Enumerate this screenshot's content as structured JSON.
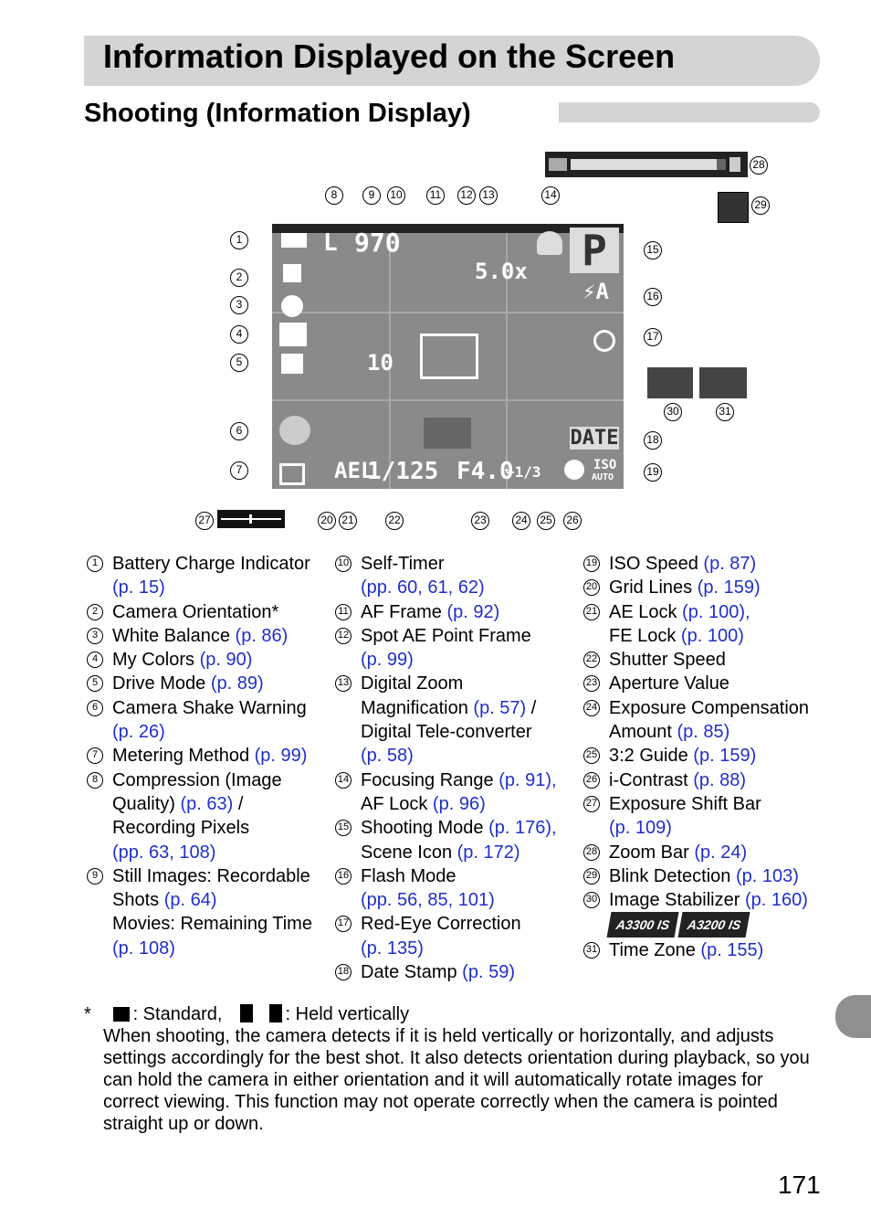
{
  "header": {
    "title": "Information Displayed on the Screen",
    "subtitle": "Shooting (Information Display)"
  },
  "screen": {
    "battery_icon": "battery-icon",
    "compression_glyph": "L",
    "shots": "970",
    "zoom": "5.0x",
    "mode": "P",
    "flash": "⚡A",
    "date": "DATE",
    "iso": "ISO",
    "iso_auto": "AUTO",
    "ael": "AEL",
    "shutter": "1/125",
    "aperture": "F4.0",
    "exposure": "+1/3",
    "timer": "10"
  },
  "callouts": [
    "1",
    "2",
    "3",
    "4",
    "5",
    "6",
    "7",
    "8",
    "9",
    "10",
    "11",
    "12",
    "13",
    "14",
    "15",
    "16",
    "17",
    "18",
    "19",
    "20",
    "21",
    "22",
    "23",
    "24",
    "25",
    "26",
    "27",
    "28",
    "29",
    "30",
    "31"
  ],
  "items": {
    "col1": [
      {
        "n": "1",
        "text": "Battery Charge Indicator",
        "refs": "(p. 15)"
      },
      {
        "n": "2",
        "text": "Camera Orientation*",
        "refs": ""
      },
      {
        "n": "3",
        "text": "White Balance",
        "refs": "(p. 86)"
      },
      {
        "n": "4",
        "text": "My Colors",
        "refs": "(p. 90)"
      },
      {
        "n": "5",
        "text": "Drive Mode",
        "refs": "(p. 89)"
      },
      {
        "n": "6",
        "text": "Camera Shake Warning",
        "refs": "(p. 26)"
      },
      {
        "n": "7",
        "text": "Metering Method",
        "refs": "(p. 99)"
      },
      {
        "n": "8",
        "text": "Compression (Image Quality)",
        "refs": "(p. 63)",
        "extra": "/ Recording Pixels",
        "refs2": "(pp. 63, 108)"
      },
      {
        "n": "9",
        "text": "Still Images: Recordable Shots",
        "refs": "(p. 64)",
        "extra": "Movies: Remaining Time",
        "refs2": "(p. 108)"
      }
    ],
    "col2": [
      {
        "n": "10",
        "text": "Self-Timer",
        "refs": "(pp. 60, 61, 62)"
      },
      {
        "n": "11",
        "text": "AF Frame",
        "refs": "(p. 92)"
      },
      {
        "n": "12",
        "text": "Spot AE Point Frame",
        "refs": "(p. 99)"
      },
      {
        "n": "13",
        "text": "Digital Zoom Magnification",
        "refs": "(p. 57)",
        "extra": "/ Digital Tele-converter",
        "refs2": "(p. 58)"
      },
      {
        "n": "14",
        "text": "Focusing Range",
        "refs": "(p. 91),",
        "extra": "AF Lock",
        "refs2": "(p. 96)"
      },
      {
        "n": "15",
        "text": "Shooting Mode",
        "refs": "(p. 176),",
        "extra": "Scene Icon",
        "refs2": "(p. 172)"
      },
      {
        "n": "16",
        "text": "Flash Mode",
        "refs": "(pp. 56, 85, 101)"
      },
      {
        "n": "17",
        "text": "Red-Eye Correction",
        "refs": "(p. 135)"
      },
      {
        "n": "18",
        "text": "Date Stamp",
        "refs": "(p. 59)"
      }
    ],
    "col3": [
      {
        "n": "19",
        "text": "ISO Speed",
        "refs": "(p. 87)"
      },
      {
        "n": "20",
        "text": "Grid Lines",
        "refs": "(p. 159)"
      },
      {
        "n": "21",
        "text": "AE Lock",
        "refs": "(p. 100),",
        "extra": "FE Lock",
        "refs2": "(p. 100)"
      },
      {
        "n": "22",
        "text": "Shutter Speed",
        "refs": ""
      },
      {
        "n": "23",
        "text": "Aperture Value",
        "refs": ""
      },
      {
        "n": "24",
        "text": "Exposure Compensation Amount",
        "refs": "(p. 85)"
      },
      {
        "n": "25",
        "text": "3:2 Guide",
        "refs": "(p. 159)"
      },
      {
        "n": "26",
        "text": "i-Contrast",
        "refs": "(p. 88)"
      },
      {
        "n": "27",
        "text": "Exposure Shift Bar",
        "refs": "(p. 109)"
      },
      {
        "n": "28",
        "text": "Zoom Bar",
        "refs": "(p. 24)"
      },
      {
        "n": "29",
        "text": "Blink Detection",
        "refs": "(p. 103)"
      },
      {
        "n": "30",
        "text": "Image Stabilizer",
        "refs": "(p. 160)",
        "badges": [
          "A3300 IS",
          "A3200 IS"
        ]
      },
      {
        "n": "31",
        "text": "Time Zone",
        "refs": "(p. 155)"
      }
    ]
  },
  "footnote": {
    "marker": "*",
    "standard": ": Standard,",
    "held": ": Held vertically",
    "body": "When shooting, the camera detects if it is held vertically or horizontally, and adjusts settings accordingly for the best shot. It also detects orientation during playback, so you can hold the camera in either orientation and it will automatically rotate images for correct viewing. This function may not operate correctly when the camera is pointed straight up or down."
  },
  "page_number": "171"
}
